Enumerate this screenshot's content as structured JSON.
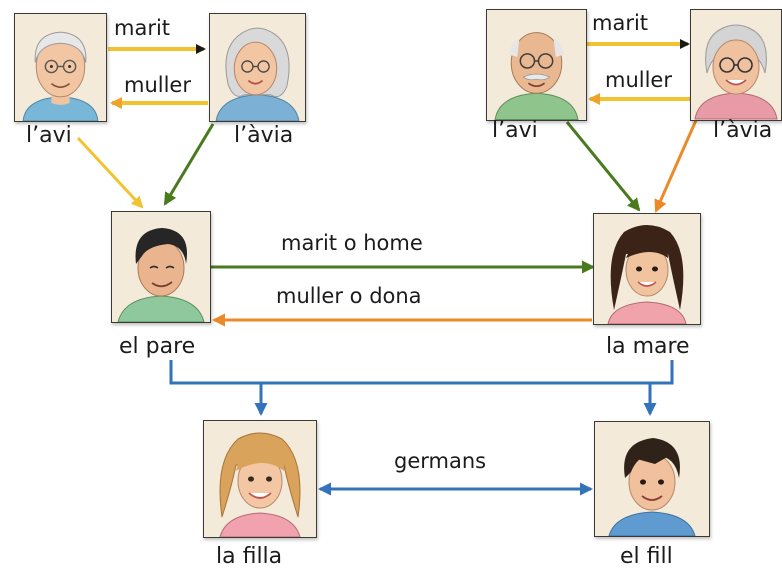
{
  "members": {
    "grandfather_left": {
      "label": "l’avi"
    },
    "grandmother_left": {
      "label": "l’àvia"
    },
    "grandfather_right": {
      "label": "l’avi"
    },
    "grandmother_right": {
      "label": "l’àvia"
    },
    "father": {
      "label": "el pare"
    },
    "mother": {
      "label": "la mare"
    },
    "daughter": {
      "label": "la filla"
    },
    "son": {
      "label": "el fill"
    }
  },
  "relations": {
    "left_husband": "marit",
    "left_wife": "muller",
    "right_husband": "marit",
    "right_wife": "muller",
    "parents_husband": "marit o home",
    "parents_wife": "muller o dona",
    "siblings": "germans"
  },
  "colors": {
    "husband_arrow": "#f2c230",
    "wife_arrow": "#f0a229",
    "green_arrow": "#4a7a1e",
    "orange_arrow": "#ec8a2a",
    "blue_arrow": "#3273b9",
    "black_head": "#1a1a1a"
  }
}
